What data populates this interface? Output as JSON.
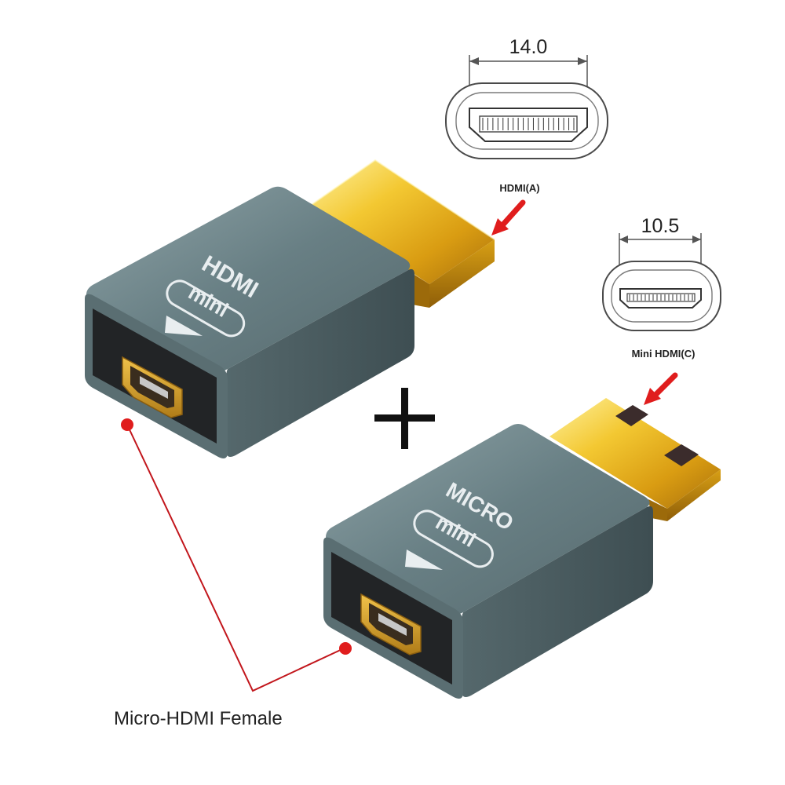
{
  "diagram": {
    "hdmi_a": {
      "width_label": "14.0",
      "port_label": "HDMI(A)"
    },
    "mini_c": {
      "width_label": "10.5",
      "port_label": "Mini HDMI(C)"
    },
    "plus_symbol": "+",
    "caption": "Micro-HDMI Female"
  },
  "adapter_hdmi": {
    "brand_text": "HDMI",
    "badge_text": "mini"
  },
  "adapter_micro": {
    "brand_text": "MICRO",
    "badge_text": "mini"
  },
  "colors": {
    "body": "#5d7479",
    "gold": "#e8b41c",
    "pointer": "#e01d1d",
    "leader": "#c2161c"
  }
}
